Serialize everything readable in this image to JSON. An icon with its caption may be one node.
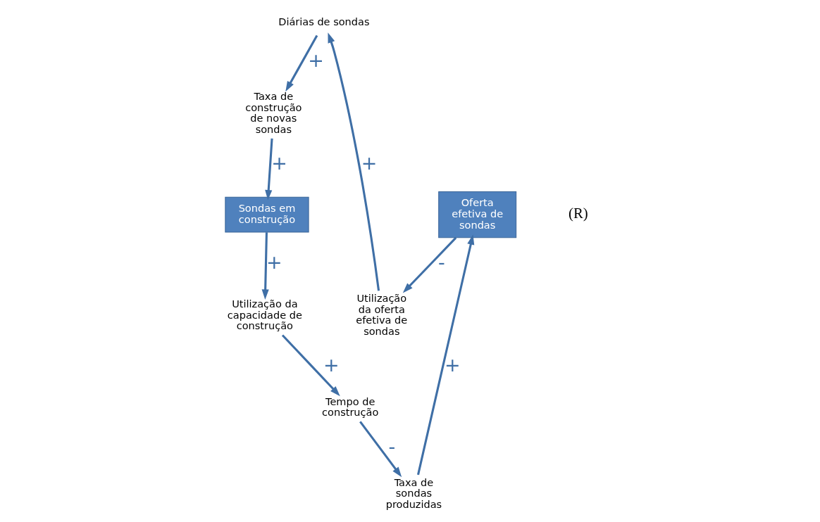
{
  "diagram": {
    "nodes": [
      {
        "text": [
          "Diárias de sondas"
        ]
      },
      {
        "text": [
          "Taxa de construção de novas sondas"
        ]
      },
      {
        "text": [
          "Utilização da oferta efetiva de sondas"
        ]
      },
      {
        "text": [
          "Sondas em construção"
        ]
      },
      {
        "text": [
          "Oferta efetiva de sondas"
        ]
      },
      {
        "text": [
          "Utilização da capacidade de construção"
        ]
      },
      {
        "text": [
          "Taxa de sondas produzidas"
        ]
      },
      {
        "text": [
          "Tempo de construção"
        ]
      }
    ],
    "edges": [
      {
        "from": 0,
        "to": 1,
        "arrow": "to",
        "label": "+"
      },
      {
        "from": 2,
        "to": 0,
        "arrow": "to",
        "label": "+"
      },
      {
        "from": 1,
        "to": 3,
        "arrow": "to",
        "label": "+"
      },
      {
        "from": 4,
        "to": 2,
        "arrow": "to",
        "label": "-"
      },
      {
        "from": 3,
        "to": 5,
        "arrow": "to",
        "label": "+"
      },
      {
        "from": 5,
        "to": 7,
        "arrow": "to",
        "label": "+"
      },
      {
        "from": 7,
        "to": 6,
        "arrow": "to",
        "label": "-"
      },
      {
        "from": 6,
        "to": 4,
        "arrow": "to",
        "label": "+"
      }
    ],
    "labels": [
      "(R)"
    ]
  }
}
